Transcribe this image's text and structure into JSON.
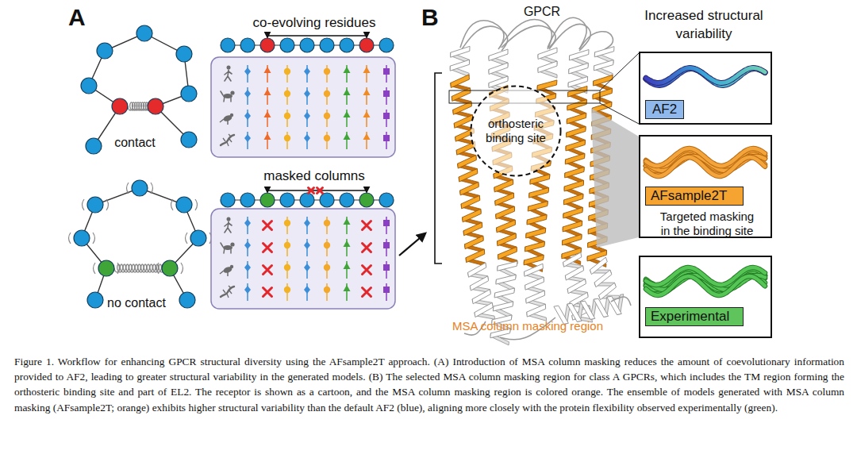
{
  "diagram": {
    "caption": "Figure 1. Workflow for enhancing GPCR structural diversity using the AFsample2T approach. (A) Introduction of MSA column masking reduces the amount of coevolutionary information provided to AF2, leading to greater structural variability in the generated models. (B) The selected MSA column masking region for class A GPCRs, which includes the TM region forming the orthosteric binding site and part of EL2. The receptor is shown as a cartoon, and the MSA column masking region is colored orange. The ensemble of models generated with MSA column masking (AFsample2T; orange) exhibits higher structural variability than the default AF2 (blue), aligning more closely with the protein flexibility observed experimentally (green).",
    "nodes": [
      {
        "text": [
          "orthosteric binding site"
        ]
      },
      {
        "text": [
          "AF2"
        ]
      },
      {
        "text": [
          "AFsample2T",
          "Targeted masking in the binding site"
        ]
      },
      {
        "text": [
          "Experimental"
        ]
      }
    ],
    "labels": [
      "A",
      "co-evolving residues",
      "contact",
      "masked columns",
      "no contact",
      "B",
      "GPCR",
      "Increased structural variability",
      "MSA column masking region"
    ]
  }
}
